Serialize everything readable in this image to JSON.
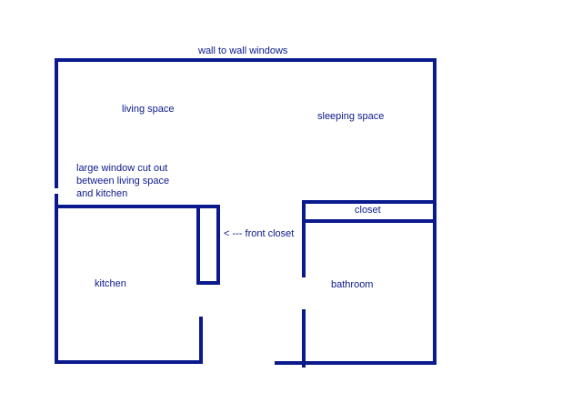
{
  "labels": {
    "top_wall": "wall to wall windows",
    "living": "living space",
    "sleeping": "sleeping space",
    "window_cutout": "large window cut out between living space and kitchen",
    "closet": "closet",
    "front_closet": "< --- front closet",
    "kitchen": "kitchen",
    "bathroom": "bathroom"
  },
  "colors": {
    "wall": "#0a1a8c",
    "text": "#0a1a8c",
    "background": "#ffffff"
  }
}
